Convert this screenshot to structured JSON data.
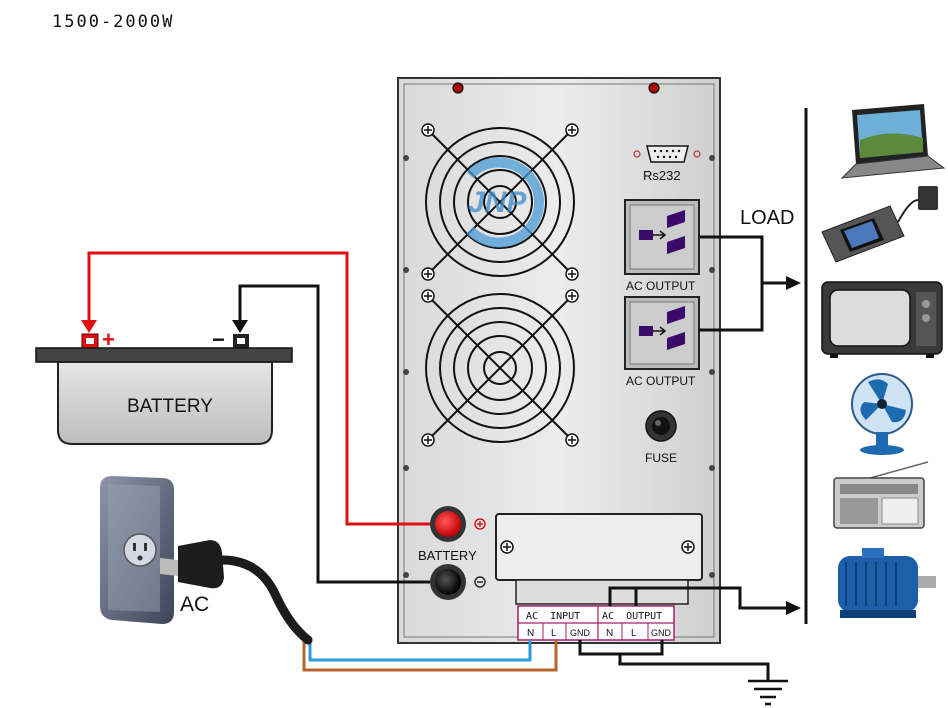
{
  "header": {
    "power_range": "1500-2000W"
  },
  "unit": {
    "rs232_label": "Rs232",
    "ac_output_label_1": "AC OUTPUT",
    "ac_output_label_2": "AC OUTPUT",
    "fuse_label": "FUSE",
    "battery_terminal_label": "BATTERY",
    "terminal_block": {
      "input_header": "AC  INPUT",
      "output_header": "AC  OUTPUT",
      "cells": [
        "N",
        "L",
        "GND",
        "N",
        "L",
        "GND"
      ]
    },
    "logo_text": "JNP"
  },
  "battery": {
    "label": "BATTERY",
    "plus_sign": "+",
    "minus_sign": "−"
  },
  "ac_source": {
    "label": "AC"
  },
  "load": {
    "label": "LOAD",
    "devices": [
      "laptop-icon",
      "phone-charger-icon",
      "tv-icon",
      "fan-icon",
      "radio-icon",
      "motor-icon"
    ]
  },
  "colors": {
    "positive_wire": "#e01010",
    "negative_wire": "#111111",
    "neutral_wire": "#2a9ad8",
    "live_wire": "#b8662e",
    "terminal_text": "#a0206a"
  }
}
